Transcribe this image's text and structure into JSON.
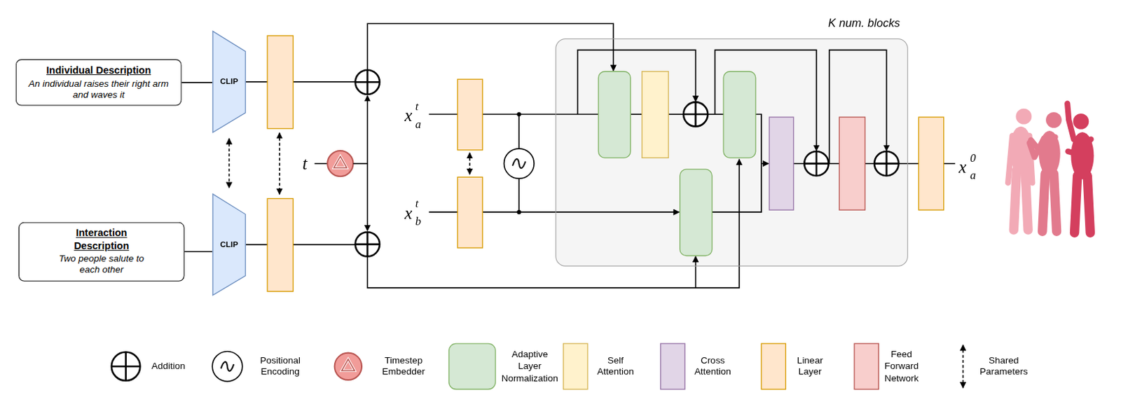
{
  "diagram": {
    "nodes": [
      {
        "text": [
          "Individual Description",
          "An individual raises their right arm and waves it"
        ]
      },
      {
        "text": [
          "CLIP"
        ]
      },
      {
        "text": [
          "Interaction Description",
          "Two people salute to each other"
        ]
      },
      {
        "text": [
          "CLIP"
        ]
      },
      {
        "text": [
          "K num. blocks"
        ]
      }
    ],
    "edges": [
      {
        "from": 0,
        "to": 1,
        "arrow": "none"
      },
      {
        "from": 2,
        "to": 3,
        "arrow": "none"
      },
      {
        "from": 1,
        "to": 3,
        "arrow": "both"
      },
      {
        "from": 1,
        "to": 4,
        "arrow": "to"
      },
      {
        "from": 3,
        "to": 4,
        "arrow": "to"
      }
    ],
    "labels": [
      "t",
      "x",
      "t",
      "a",
      "x",
      "t",
      "b",
      "x",
      "0",
      "a"
    ],
    "legend": [
      {
        "text": "Addition"
      },
      {
        "text": "Positional Encoding"
      },
      {
        "text": "Timestep Embedder"
      },
      {
        "text": "Adaptive Layer Normalization",
        "color": "#d5e8d4"
      },
      {
        "text": "Self Attention",
        "color": "#fff2cc"
      },
      {
        "text": "Cross Attention",
        "color": "#e1d5e7"
      },
      {
        "text": "Linear Layer",
        "color": "#ffe6cc"
      },
      {
        "text": "Feed Forward Network",
        "color": "#f8cecc"
      },
      {
        "text": "Shared Parameters"
      }
    ]
  }
}
